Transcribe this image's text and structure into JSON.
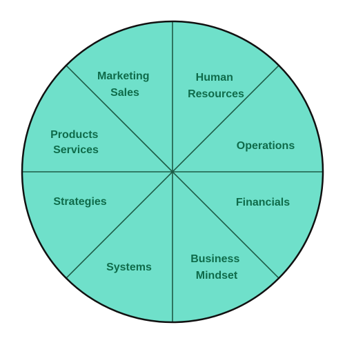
{
  "colors": {
    "fill": "#6fe0ca",
    "divider": "#1d5a45",
    "outline": "#111111",
    "label": "#0f6b4a"
  },
  "segments": [
    {
      "lines": [
        "Human",
        "Resources"
      ]
    },
    {
      "lines": [
        "Operations"
      ]
    },
    {
      "lines": [
        "Financials"
      ]
    },
    {
      "lines": [
        "Business",
        "Mindset"
      ]
    },
    {
      "lines": [
        "Systems"
      ]
    },
    {
      "lines": [
        "Strategies"
      ]
    },
    {
      "lines": [
        "Products",
        "Services"
      ]
    },
    {
      "lines": [
        "Marketing",
        "Sales"
      ]
    }
  ]
}
